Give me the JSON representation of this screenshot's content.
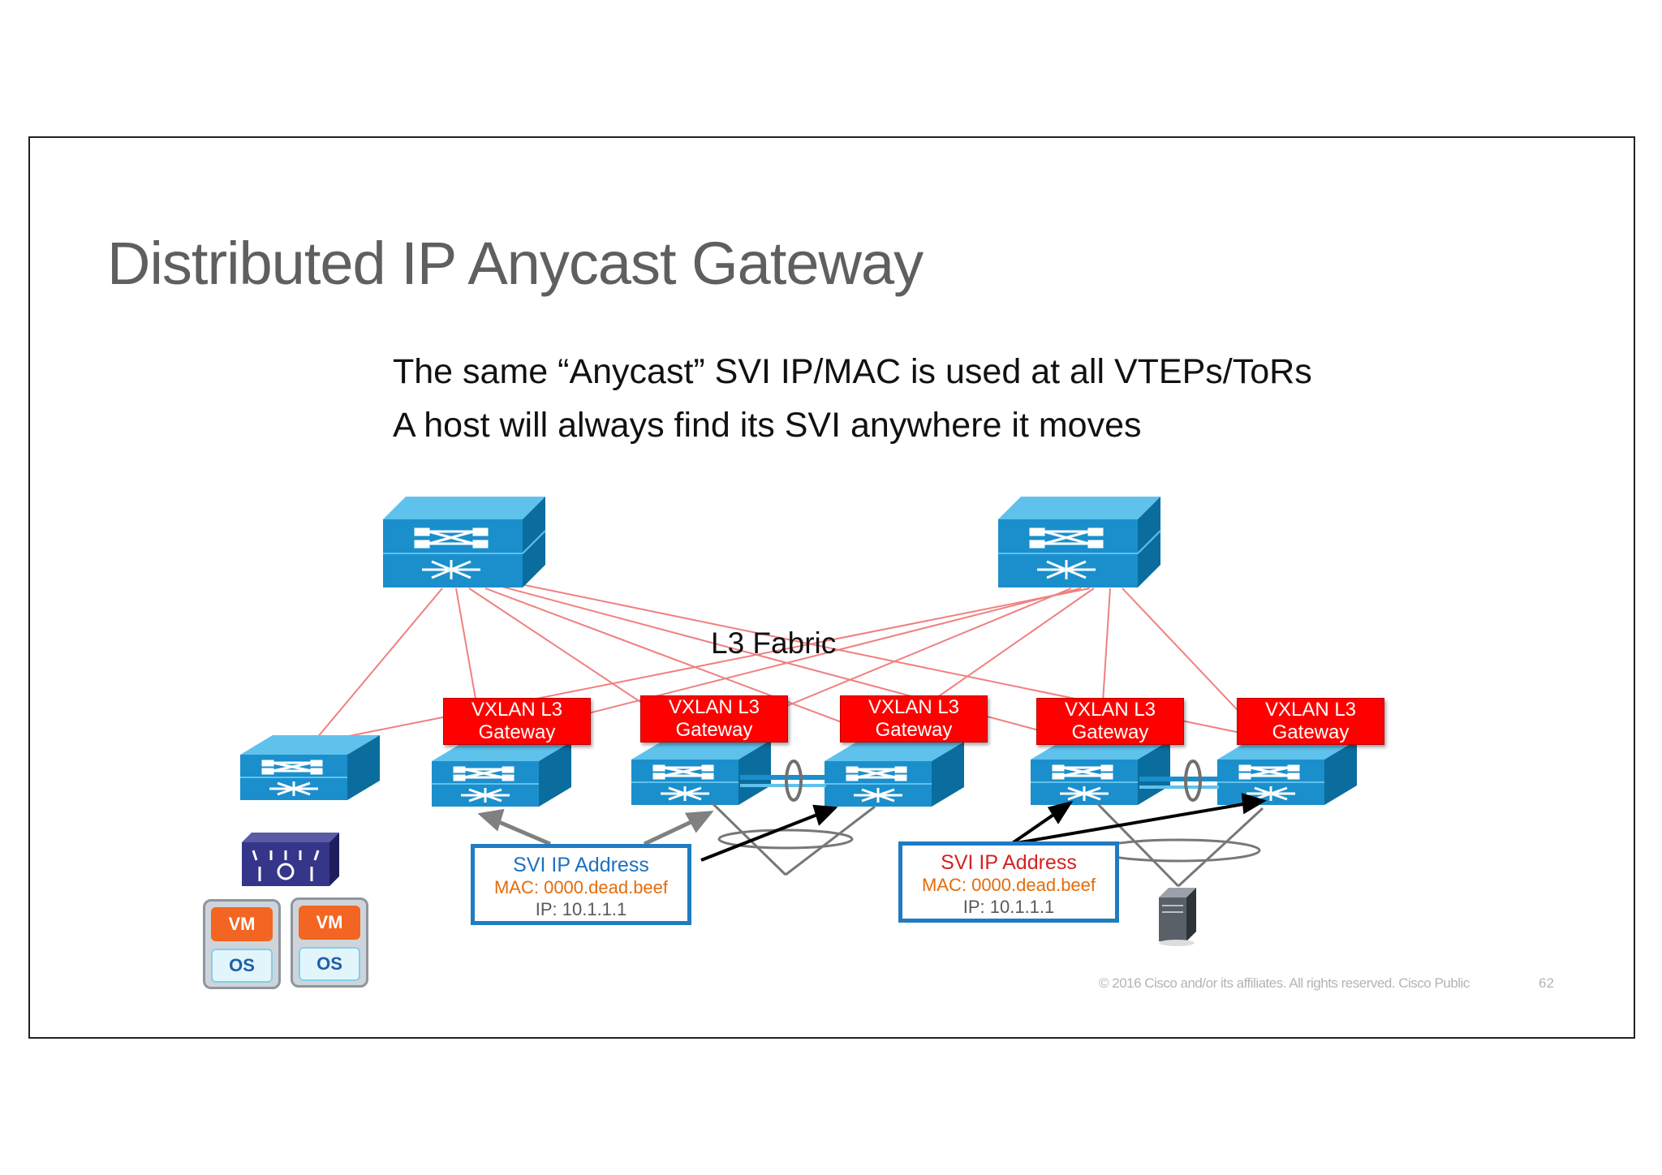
{
  "slide": {
    "title": "Distributed IP Anycast Gateway",
    "bullets": [
      "The same “Anycast” SVI IP/MAC is used at all VTEPs/ToRs",
      "A host will always find its SVI anywhere it moves"
    ],
    "fabric_label": "L3 Fabric",
    "gateway_label": {
      "line1": "VXLAN L3",
      "line2": "Gateway"
    },
    "svi_boxes": [
      {
        "title": "SVI IP Address",
        "mac": "MAC: 0000.dead.beef",
        "ip": "IP: 10.1.1.1",
        "title_color": "#1f6fc0"
      },
      {
        "title": "SVI IP Address",
        "mac": "MAC: 0000.dead.beef",
        "ip": "IP: 10.1.1.1",
        "title_color": "#d62020"
      }
    ],
    "vm_label": "VM",
    "os_label": "OS",
    "footer": "© 2016  Cisco and/or its affiliates. All rights reserved.   Cisco Public",
    "page_number": "62"
  },
  "icons": [
    "spine-switch-icon",
    "leaf-switch-icon",
    "vswitch-icon",
    "server-icon",
    "port-channel-icon"
  ],
  "colors": {
    "title": "#5f5f5f",
    "gateway_fill": "#ff0000",
    "switch_blue": "#1a8fcc",
    "fabric_link": "#f08080",
    "svi_border": "#1f7cc1",
    "mac_orange": "#e46c0a",
    "vm_orange": "#f26522"
  }
}
